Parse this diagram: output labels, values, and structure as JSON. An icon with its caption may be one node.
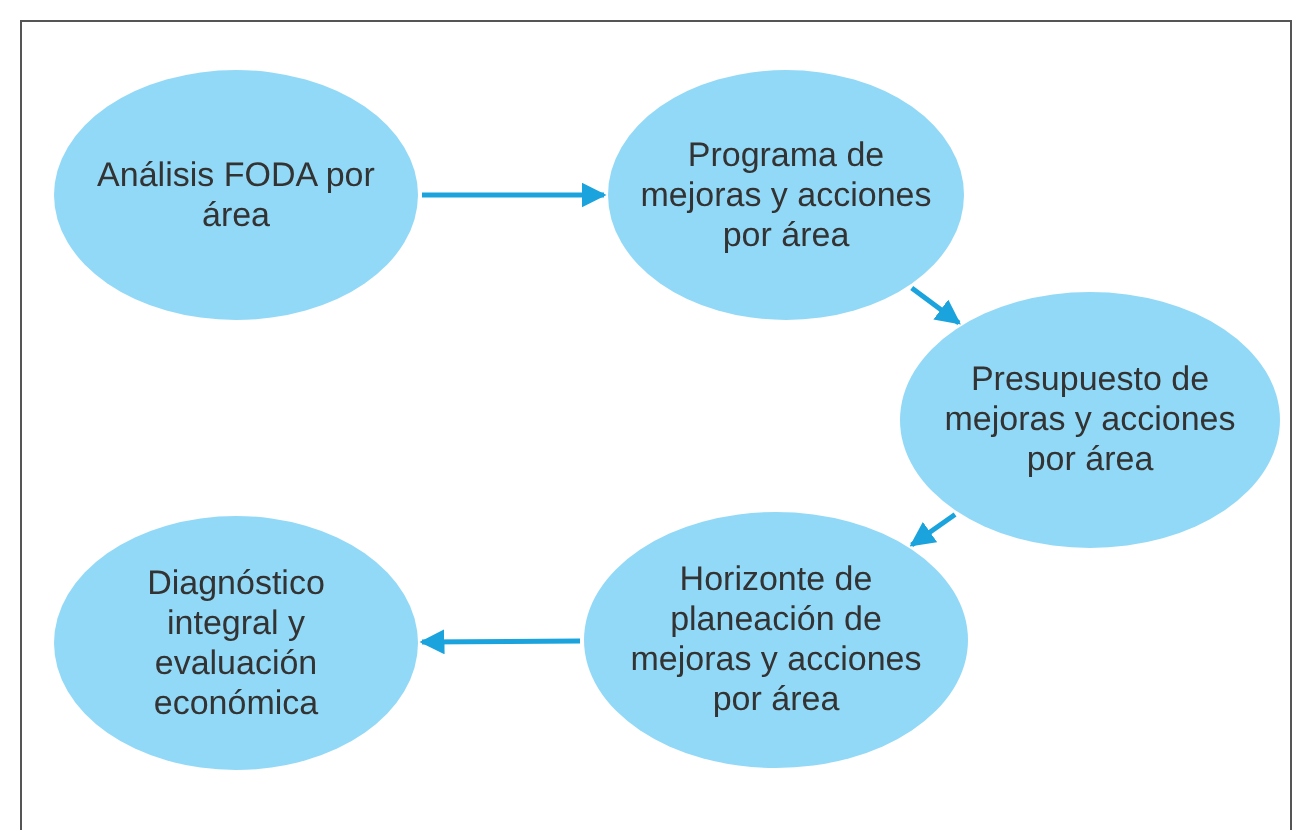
{
  "diagram": {
    "nodes": [
      {
        "text": [
          "Análisis FODA por área"
        ]
      },
      {
        "text": [
          "Programa de mejoras y acciones por área"
        ]
      },
      {
        "text": [
          "Presupuesto de mejoras y acciones por área"
        ]
      },
      {
        "text": [
          "Horizonte de planeación de mejoras y acciones por área"
        ]
      },
      {
        "text": [
          "Diagnóstico integral y evaluación económica"
        ]
      }
    ],
    "edges": [
      {
        "from": 0,
        "to": 1,
        "arrow": "to"
      },
      {
        "from": 1,
        "to": 2,
        "arrow": "to"
      },
      {
        "from": 2,
        "to": 3,
        "arrow": "to"
      },
      {
        "from": 3,
        "to": 4,
        "arrow": "to"
      }
    ]
  }
}
